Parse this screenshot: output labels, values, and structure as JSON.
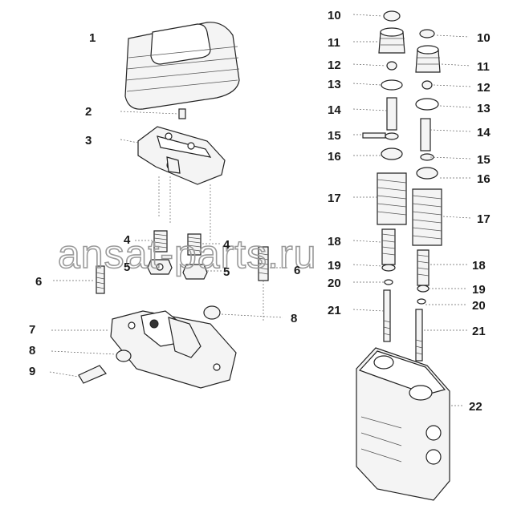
{
  "watermark": "ansat-parts.ru",
  "callouts": [
    {
      "id": "c1",
      "text": "1"
    },
    {
      "id": "c2",
      "text": "2"
    },
    {
      "id": "c3",
      "text": "3"
    },
    {
      "id": "c4a",
      "text": "4"
    },
    {
      "id": "c4b",
      "text": "4"
    },
    {
      "id": "c5a",
      "text": "5"
    },
    {
      "id": "c5b",
      "text": "5"
    },
    {
      "id": "c6a",
      "text": "6"
    },
    {
      "id": "c6b",
      "text": "6"
    },
    {
      "id": "c7",
      "text": "7"
    },
    {
      "id": "c8a",
      "text": "8"
    },
    {
      "id": "c8b",
      "text": "8"
    },
    {
      "id": "c9",
      "text": "9"
    },
    {
      "id": "c10a",
      "text": "10"
    },
    {
      "id": "c10b",
      "text": "10"
    },
    {
      "id": "c11a",
      "text": "11"
    },
    {
      "id": "c11b",
      "text": "11"
    },
    {
      "id": "c12a",
      "text": "12"
    },
    {
      "id": "c12b",
      "text": "12"
    },
    {
      "id": "c13a",
      "text": "13"
    },
    {
      "id": "c13b",
      "text": "13"
    },
    {
      "id": "c14a",
      "text": "14"
    },
    {
      "id": "c14b",
      "text": "14"
    },
    {
      "id": "c15a",
      "text": "15"
    },
    {
      "id": "c15b",
      "text": "15"
    },
    {
      "id": "c16a",
      "text": "16"
    },
    {
      "id": "c16b",
      "text": "16"
    },
    {
      "id": "c17a",
      "text": "17"
    },
    {
      "id": "c17b",
      "text": "17"
    },
    {
      "id": "c18a",
      "text": "18"
    },
    {
      "id": "c18b",
      "text": "18"
    },
    {
      "id": "c19a",
      "text": "19"
    },
    {
      "id": "c19b",
      "text": "19"
    },
    {
      "id": "c20a",
      "text": "20"
    },
    {
      "id": "c20b",
      "text": "20"
    },
    {
      "id": "c21a",
      "text": "21"
    },
    {
      "id": "c21b",
      "text": "21"
    },
    {
      "id": "c22",
      "text": "22"
    }
  ]
}
